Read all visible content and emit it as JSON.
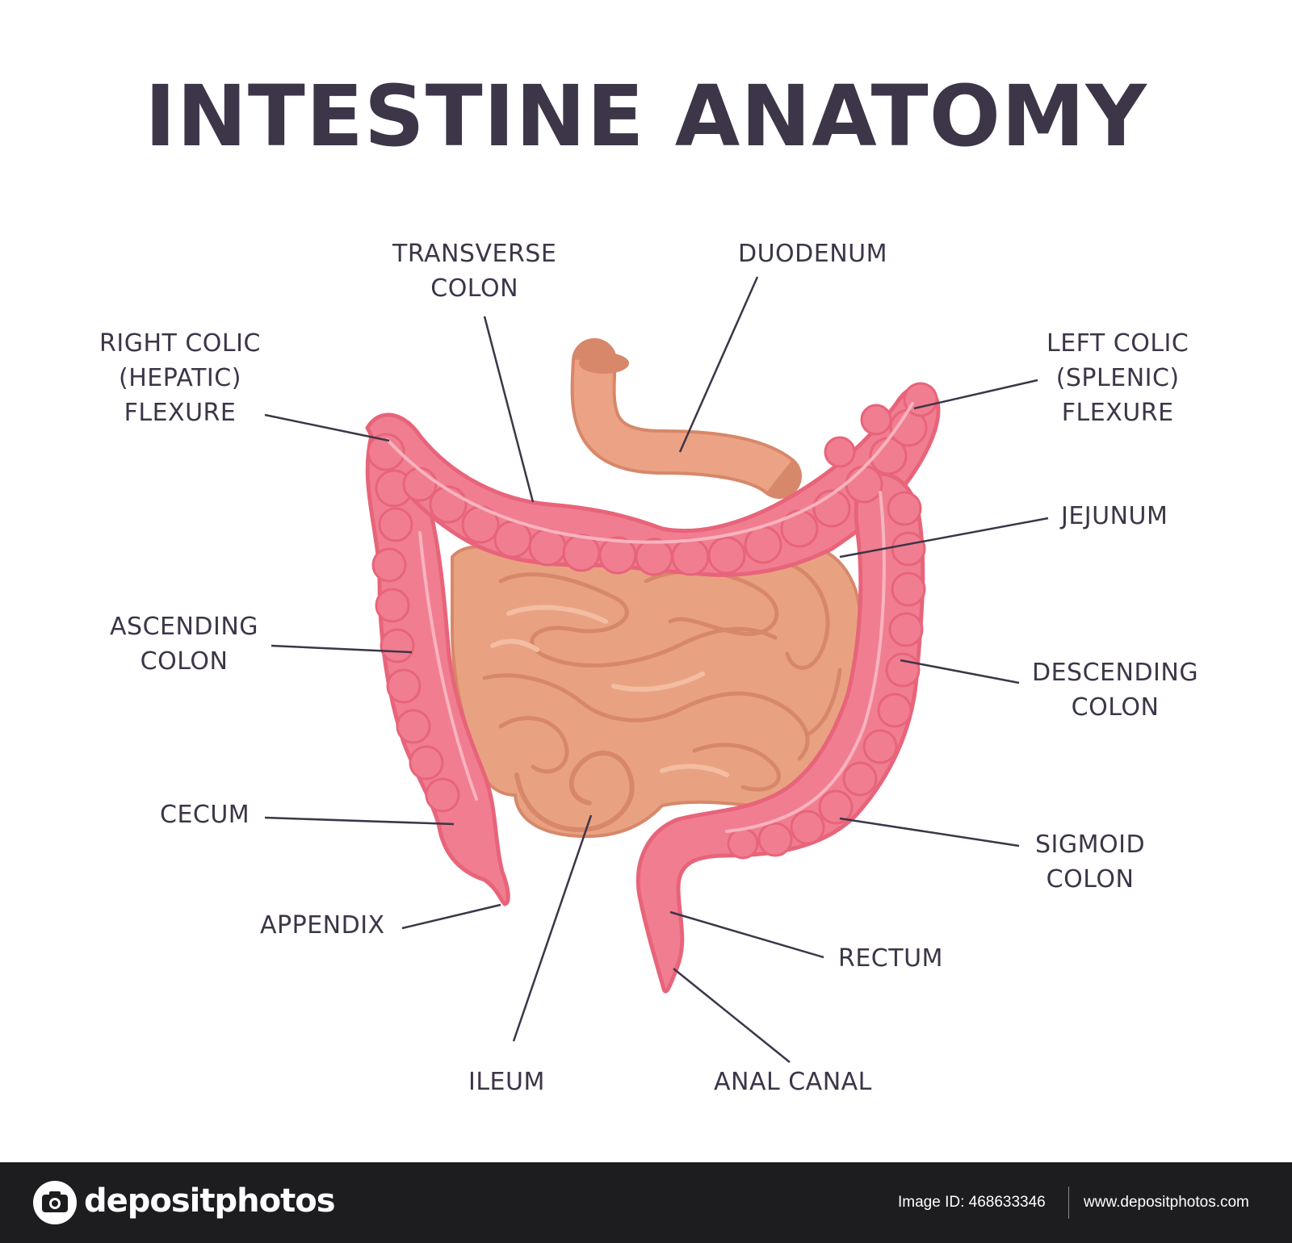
{
  "title": "INTESTINE ANATOMY",
  "labels": {
    "transverse_colon": [
      "TRANSVERSE",
      "COLON"
    ],
    "duodenum": [
      "DUODENUM"
    ],
    "right_colic_flexure": [
      "RIGHT COLIC",
      "(HEPATIC)",
      "FLEXURE"
    ],
    "left_colic_flexure": [
      "LEFT COLIC",
      "(SPLENIC)",
      "FLEXURE"
    ],
    "jejunum": [
      "JEJUNUM"
    ],
    "ascending_colon": [
      "ASCENDING",
      "COLON"
    ],
    "descending_colon": [
      "DESCENDING",
      "COLON"
    ],
    "cecum": [
      "CECUM"
    ],
    "sigmoid_colon": [
      "SIGMOID",
      "COLON"
    ],
    "appendix": [
      "APPENDIX"
    ],
    "rectum": [
      "RECTUM"
    ],
    "ileum": [
      "ILEUM"
    ],
    "anal_canal": [
      "ANAL CANAL"
    ]
  },
  "colors": {
    "text": "#3d3548",
    "large_intestine": "#f07e90",
    "large_intestine_dark": "#e8647a",
    "small_intestine": "#e9a281",
    "small_intestine_dark": "#d7876a",
    "duodenum": "#eca284",
    "footer_bg": "#1d1d1f"
  },
  "footer": {
    "brand": "depositphotos",
    "image_id": "Image ID: 468633346",
    "website": "www.depositphotos.com"
  }
}
